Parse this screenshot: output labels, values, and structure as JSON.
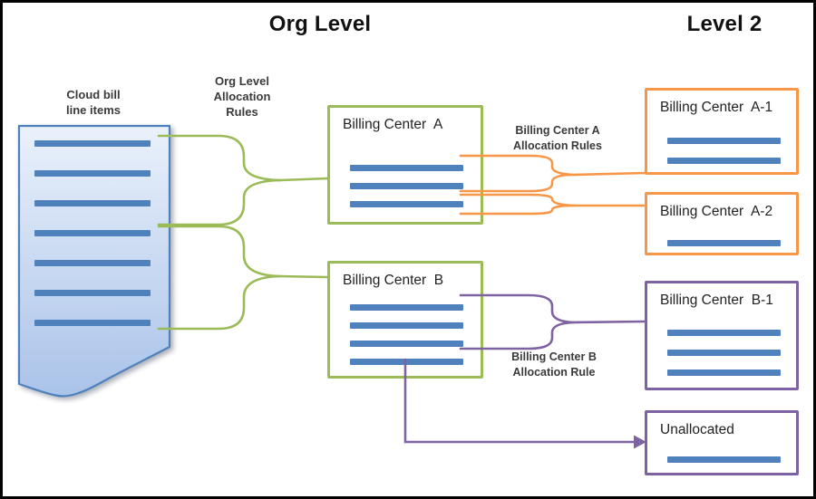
{
  "titles": {
    "org_level": "Org Level",
    "level_2": "Level 2"
  },
  "colors": {
    "green": "#9bbb59",
    "orange": "#f79646",
    "purple": "#7e62a1",
    "blue_bar": "#4f81bd",
    "doc_border": "#4f81bd",
    "doc_fill_top": "#eaf1fb",
    "doc_fill_bottom": "#aac3e9",
    "frame_black": "#000000"
  },
  "document": {
    "label_line1": "Cloud bill",
    "label_line2": "line items",
    "bar_count": 7
  },
  "labels": {
    "org_rules_line1": "Org Level",
    "org_rules_line2": "Allocation",
    "org_rules_line3": "Rules",
    "a_rules_line1": "Billing Center A",
    "a_rules_line2": "Allocation Rules",
    "b_rules_line1": "Billing Center B",
    "b_rules_line2": "Allocation Rule"
  },
  "boxes": {
    "billing_center_a": {
      "title": "Billing Center  A",
      "bar_count": 3
    },
    "billing_center_b": {
      "title": "Billing Center  B",
      "bar_count": 4
    },
    "billing_center_a1": {
      "title": "Billing Center  A-1",
      "bar_count": 2
    },
    "billing_center_a2": {
      "title": "Billing Center  A-2",
      "bar_count": 1
    },
    "billing_center_b1": {
      "title": "Billing Center  B-1",
      "bar_count": 3
    },
    "unallocated": {
      "title": "Unallocated",
      "bar_count": 1
    }
  }
}
